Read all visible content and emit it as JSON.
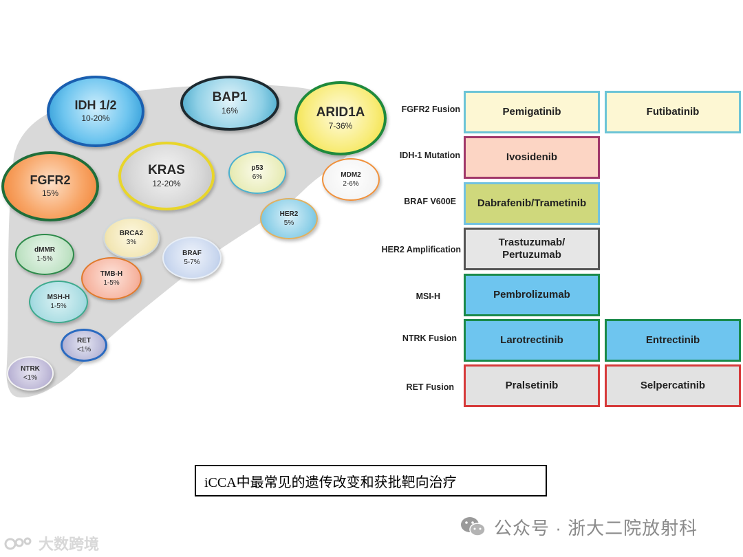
{
  "figure": {
    "bubbles": [
      {
        "id": "idh",
        "name": "IDH 1/2",
        "pct": "10-20%"
      },
      {
        "id": "bap1",
        "name": "BAP1",
        "pct": "16%"
      },
      {
        "id": "arid1a",
        "name": "ARID1A",
        "pct": "7-36%"
      },
      {
        "id": "fgfr2",
        "name": "FGFR2",
        "pct": "15%"
      },
      {
        "id": "kras",
        "name": "KRAS",
        "pct": "12-20%"
      },
      {
        "id": "p53",
        "name": "p53",
        "pct": "6%"
      },
      {
        "id": "mdm2",
        "name": "MDM2",
        "pct": "2-6%"
      },
      {
        "id": "her2",
        "name": "HER2",
        "pct": "5%"
      },
      {
        "id": "brca2",
        "name": "BRCA2",
        "pct": "3%"
      },
      {
        "id": "dmmr",
        "name": "dMMR",
        "pct": "1-5%"
      },
      {
        "id": "braf",
        "name": "BRAF",
        "pct": "5-7%"
      },
      {
        "id": "tmbh",
        "name": "TMB-H",
        "pct": "1-5%"
      },
      {
        "id": "mshh",
        "name": "MSH-H",
        "pct": "1-5%"
      },
      {
        "id": "ret",
        "name": "RET",
        "pct": "<1%"
      },
      {
        "id": "ntrk",
        "name": "NTRK",
        "pct": "<1%"
      }
    ],
    "alterations": [
      "FGFR2 Fusion",
      "IDH-1 Mutation",
      "BRAF V600E",
      "HER2 Amplification",
      "MSI-H",
      "NTRK Fusion",
      "RET Fusion"
    ],
    "drugs": [
      {
        "row": 0,
        "col": 0,
        "text": "Pemigatinib",
        "fill": "#fdf7d3",
        "border": "#6cc4d6"
      },
      {
        "row": 0,
        "col": 1,
        "text": "Futibatinib",
        "fill": "#fdf7d3",
        "border": "#6cc4d6"
      },
      {
        "row": 1,
        "col": 0,
        "text": "Ivosidenib",
        "fill": "#fcd5c4",
        "border": "#a0386a"
      },
      {
        "row": 2,
        "col": 0,
        "text": "Dabrafenib/Trametinib",
        "fill": "#cfd87c",
        "border": "#72c2e0"
      },
      {
        "row": 3,
        "col": 0,
        "text": "Trastuzumab/\nPertuzumab",
        "fill": "#e6e6e6",
        "border": "#555555"
      },
      {
        "row": 4,
        "col": 0,
        "text": "Pembrolizumab",
        "fill": "#6ec5ef",
        "border": "#1a8a4a"
      },
      {
        "row": 5,
        "col": 0,
        "text": "Larotrectinib",
        "fill": "#6ec5ef",
        "border": "#1a8a4a"
      },
      {
        "row": 5,
        "col": 1,
        "text": "Entrectinib",
        "fill": "#6ec5ef",
        "border": "#1a8a4a"
      },
      {
        "row": 6,
        "col": 0,
        "text": "Pralsetinib",
        "fill": "#e2e2e2",
        "border": "#d63a3a"
      },
      {
        "row": 6,
        "col": 1,
        "text": "Selpercatinib",
        "fill": "#e2e2e2",
        "border": "#d63a3a"
      }
    ]
  },
  "caption": "iCCA中最常见的遗传改变和获批靶向治疗",
  "watermark_right": "公众号 · 浙大二院放射科",
  "watermark_left": "大数跨境"
}
